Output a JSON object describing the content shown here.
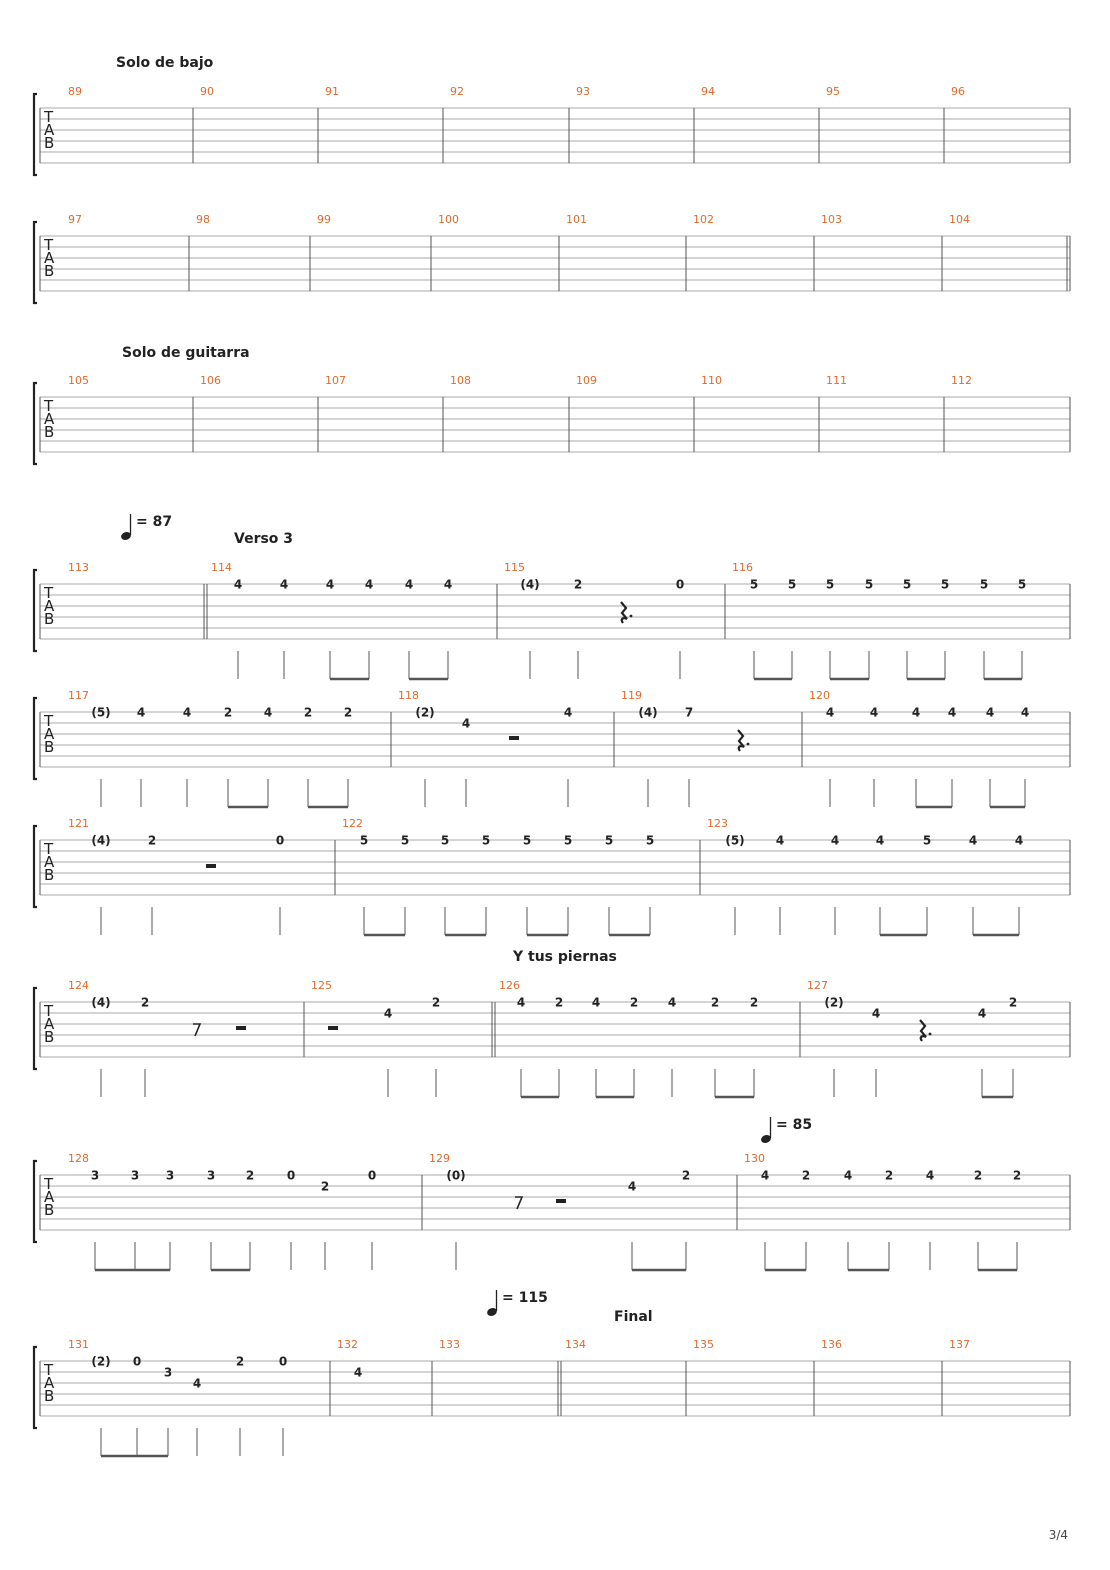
{
  "page": {
    "number": "3/4"
  },
  "tab_letters": [
    "T",
    "A",
    "B"
  ],
  "tempo_prefix": "= ",
  "systems": [
    {
      "section": "Solo de bajo",
      "tempo": null,
      "measures": [
        {
          "num": "89",
          "notes": []
        },
        {
          "num": "90",
          "notes": []
        },
        {
          "num": "91",
          "notes": []
        },
        {
          "num": "92",
          "notes": []
        },
        {
          "num": "93",
          "notes": []
        },
        {
          "num": "94",
          "notes": []
        },
        {
          "num": "95",
          "notes": []
        },
        {
          "num": "96",
          "notes": []
        }
      ]
    },
    {
      "section": "",
      "tempo": null,
      "end_double_bar": true,
      "measures": [
        {
          "num": "97",
          "notes": []
        },
        {
          "num": "98",
          "notes": []
        },
        {
          "num": "99",
          "notes": []
        },
        {
          "num": "100",
          "notes": []
        },
        {
          "num": "101",
          "notes": []
        },
        {
          "num": "102",
          "notes": []
        },
        {
          "num": "103",
          "notes": []
        },
        {
          "num": "104",
          "notes": []
        }
      ]
    },
    {
      "section": "Solo de guitarra",
      "tempo": null,
      "measures": [
        {
          "num": "105",
          "notes": []
        },
        {
          "num": "106",
          "notes": []
        },
        {
          "num": "107",
          "notes": []
        },
        {
          "num": "108",
          "notes": []
        },
        {
          "num": "109",
          "notes": []
        },
        {
          "num": "110",
          "notes": []
        },
        {
          "num": "111",
          "notes": []
        },
        {
          "num": "112",
          "notes": []
        }
      ]
    },
    {
      "section": "Verso 3",
      "tempo": "87",
      "measures": [
        {
          "num": "113",
          "notes": []
        },
        {
          "num": "114",
          "notes": [
            "4",
            "4",
            "4",
            "4",
            "4",
            "4"
          ]
        },
        {
          "num": "115",
          "notes": [
            "(4)",
            "2",
            "0"
          ]
        },
        {
          "num": "116",
          "notes": [
            "5",
            "5",
            "5",
            "5",
            "5",
            "5",
            "5",
            "5"
          ]
        }
      ]
    },
    {
      "section": "",
      "tempo": null,
      "measures": [
        {
          "num": "117",
          "notes": [
            "(5)",
            "4",
            "4",
            "2",
            "4",
            "2",
            "2"
          ]
        },
        {
          "num": "118",
          "notes": [
            "(2)",
            "4",
            "4"
          ]
        },
        {
          "num": "119",
          "notes": [
            "(4)",
            "7"
          ]
        },
        {
          "num": "120",
          "notes": [
            "4",
            "4",
            "4",
            "4",
            "4",
            "4"
          ]
        }
      ]
    },
    {
      "section": "",
      "tempo": null,
      "measures": [
        {
          "num": "121",
          "notes": [
            "(4)",
            "2",
            "0"
          ]
        },
        {
          "num": "122",
          "notes": [
            "5",
            "5",
            "5",
            "5",
            "5",
            "5",
            "5",
            "5"
          ]
        },
        {
          "num": "123",
          "notes": [
            "(5)",
            "4",
            "4",
            "4",
            "5",
            "4",
            "4"
          ]
        }
      ]
    },
    {
      "section": "Y tus piernas",
      "tempo": null,
      "measures": [
        {
          "num": "124",
          "notes": [
            "(4)",
            "2"
          ]
        },
        {
          "num": "125",
          "notes": [
            "4",
            "2"
          ]
        },
        {
          "num": "126",
          "notes": [
            "4",
            "2",
            "4",
            "2",
            "4",
            "2",
            "2"
          ]
        },
        {
          "num": "127",
          "notes": [
            "(2)",
            "4",
            "4",
            "2"
          ]
        }
      ]
    },
    {
      "section": "",
      "tempo": "85",
      "measures": [
        {
          "num": "128",
          "notes": [
            "3",
            "3",
            "3",
            "3",
            "2",
            "0",
            "2",
            "0"
          ]
        },
        {
          "num": "129",
          "notes": [
            "(0)",
            "4",
            "2"
          ]
        },
        {
          "num": "130",
          "notes": [
            "4",
            "2",
            "4",
            "2",
            "4",
            "2",
            "2"
          ]
        }
      ]
    },
    {
      "section": "Final",
      "tempo": "115",
      "measures": [
        {
          "num": "131",
          "notes": [
            "(2)",
            "0",
            "3",
            "4",
            "2",
            "0"
          ]
        },
        {
          "num": "132",
          "notes": [
            "4"
          ]
        },
        {
          "num": "133",
          "notes": []
        },
        {
          "num": "134",
          "notes": []
        },
        {
          "num": "135",
          "notes": []
        },
        {
          "num": "136",
          "notes": []
        },
        {
          "num": "137",
          "notes": []
        }
      ]
    }
  ]
}
